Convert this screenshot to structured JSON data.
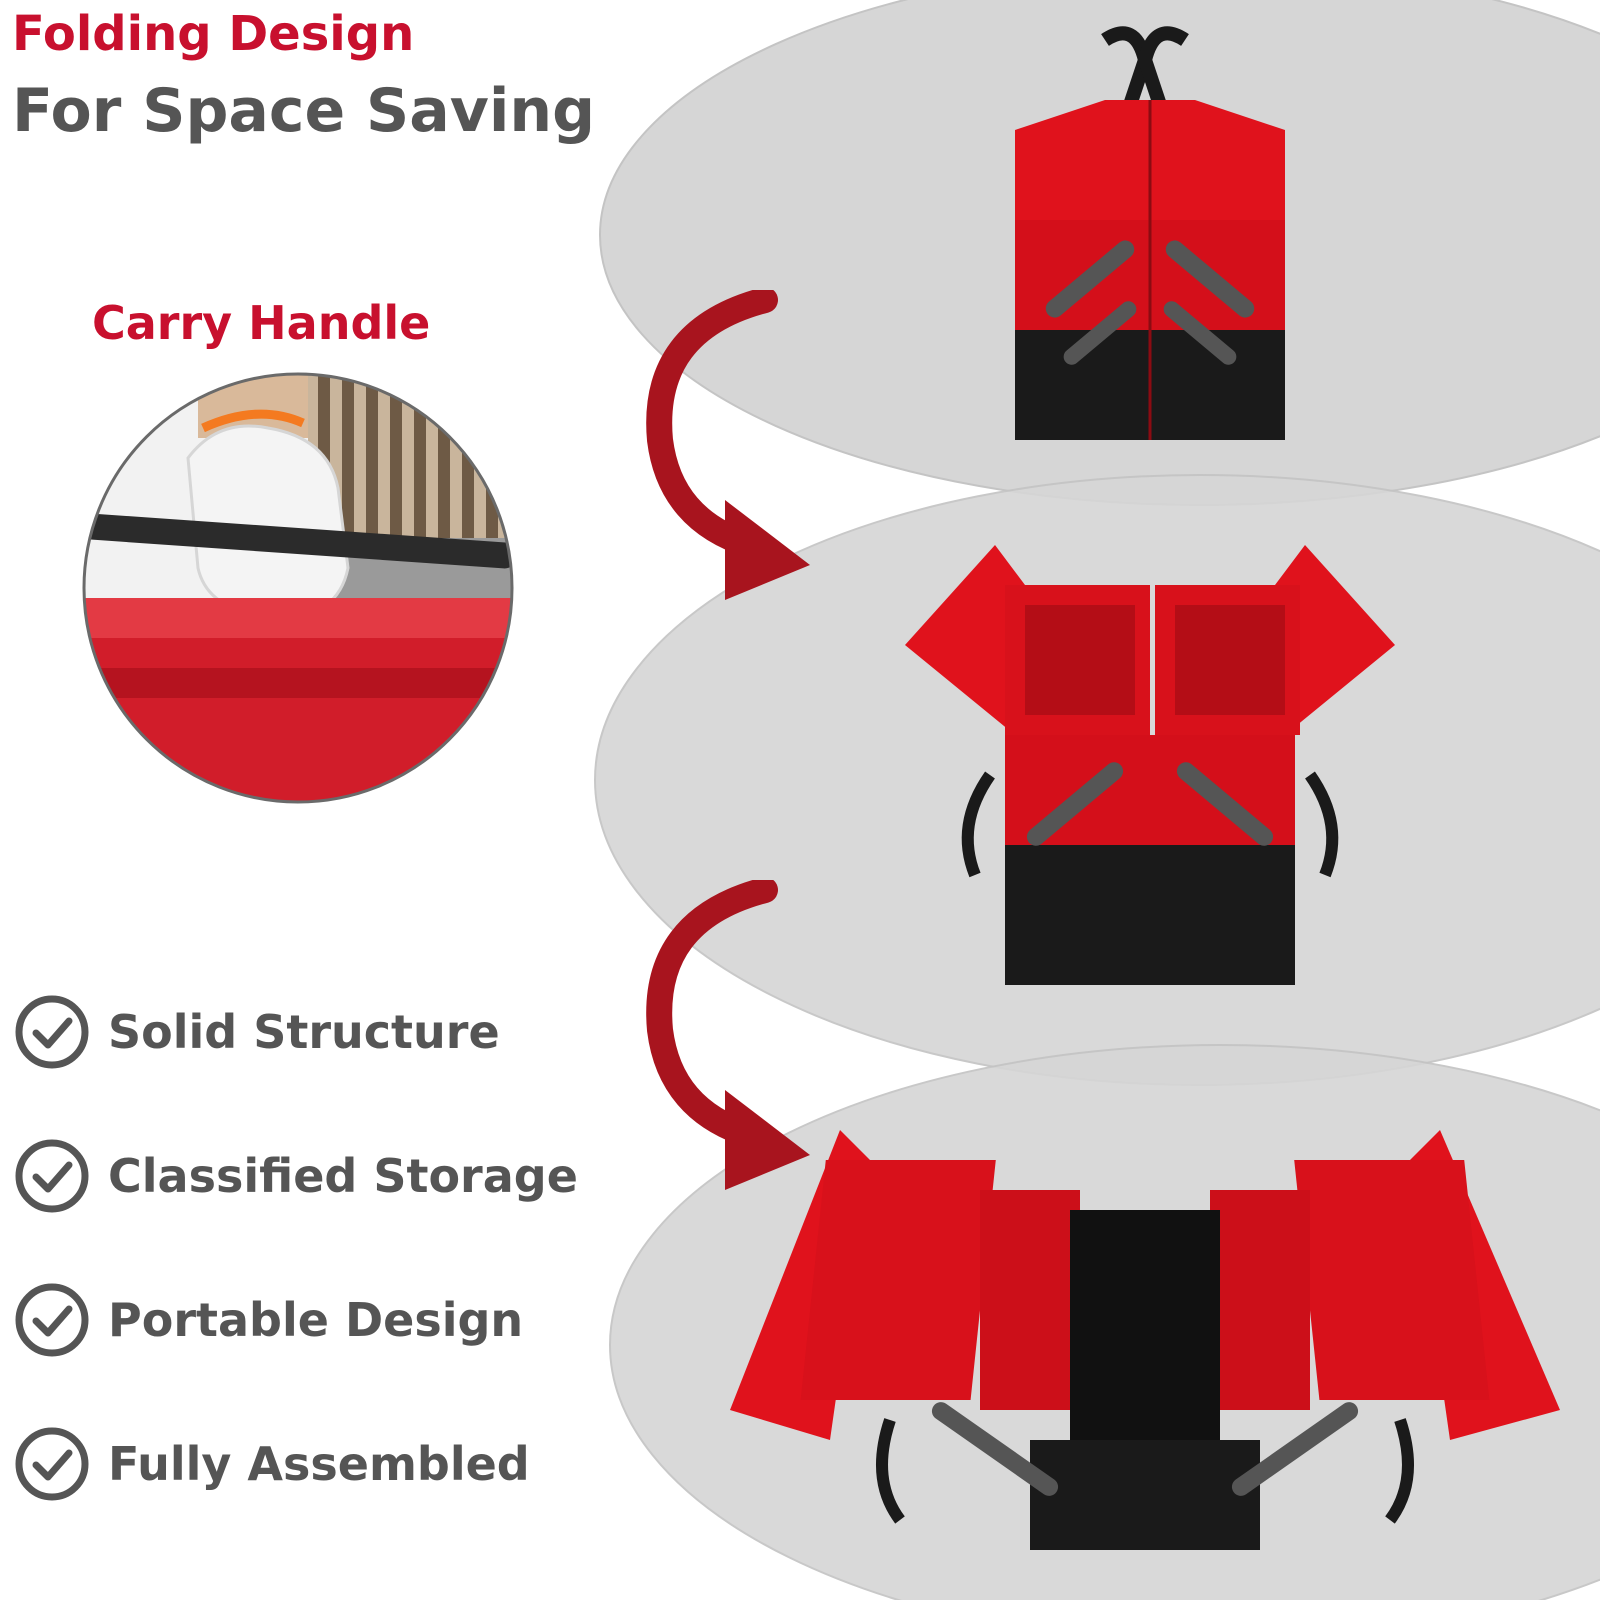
{
  "header": {
    "title": "Folding Design",
    "subtitle": "For Space Saving"
  },
  "inset": {
    "title": "Carry Handle"
  },
  "features": [
    {
      "label": "Solid Structure",
      "icon": "check-circle-icon"
    },
    {
      "label": "Classified Storage",
      "icon": "check-circle-icon"
    },
    {
      "label": "Portable Design",
      "icon": "check-circle-icon"
    },
    {
      "label": "Fully Assembled",
      "icon": "check-circle-icon"
    }
  ],
  "stages": [
    "closed",
    "half-open",
    "fully-open"
  ],
  "colors": {
    "accent_red": "#c8102e",
    "text_gray": "#555555",
    "box_red": "#e0121c",
    "box_black": "#1a1a1a",
    "ellipse_gray": "#d9d9d9"
  }
}
